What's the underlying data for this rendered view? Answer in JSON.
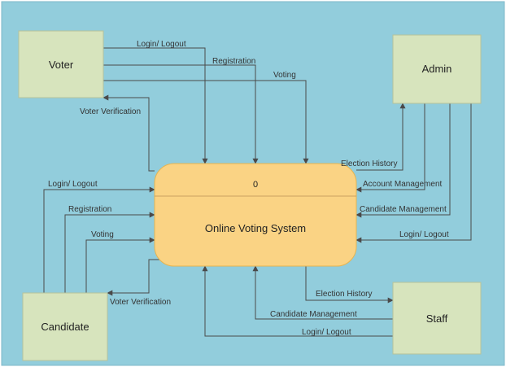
{
  "colors": {
    "background": "#92CDDC",
    "entity_fill": "#D7E4BD",
    "entity_stroke": "#B5C29A",
    "process_fill": "#FAD384",
    "process_stroke": "#E6B450",
    "line": "#4A4A4A"
  },
  "process": {
    "id": "0",
    "name": "Online Voting System"
  },
  "entities": {
    "voter": "Voter",
    "admin": "Admin",
    "candidate": "Candidate",
    "staff": "Staff"
  },
  "flows": {
    "voter_login": "Login/ Logout",
    "voter_registration": "Registration",
    "voter_voting": "Voting",
    "voter_verification": "Voter Verification",
    "admin_election_history": "Election History",
    "admin_account_management": "Account Management",
    "admin_candidate_management": "Candidate Management",
    "admin_login": "Login/ Logout",
    "candidate_login": "Login/ Logout",
    "candidate_registration": "Registration",
    "candidate_voting": "Voting",
    "candidate_verification": "Voter Verification",
    "staff_election_history": "Election History",
    "staff_candidate_management": "Candidate Management",
    "staff_login": "Login/ Logout"
  }
}
